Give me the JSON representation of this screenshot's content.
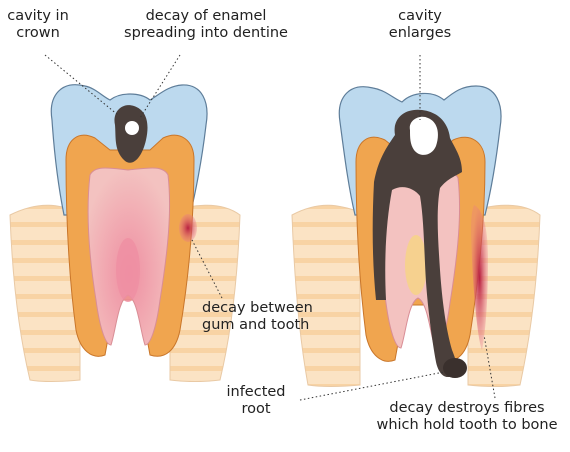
{
  "colors": {
    "enamel": "#bcd9ee",
    "enamel_outline": "#5e7d99",
    "dentine": "#f0a54f",
    "dentine_light": "#f6c77a",
    "pulp": "#f1b3b0",
    "pulp_core": "#ef8fa2",
    "gum": "#fbe3c4",
    "gum_stripe": "#f5c78a",
    "decay": "#4a3f3b",
    "infection": "#c8344f",
    "leader_line": "#333333"
  },
  "labels": {
    "cavity_in_crown": [
      "cavity in",
      "crown"
    ],
    "decay_of_enamel": [
      "decay of enamel",
      "spreading into dentine"
    ],
    "cavity_enlarges": [
      "cavity",
      "enlarges"
    ],
    "decay_between_gum": [
      "decay between",
      "gum and tooth"
    ],
    "infected_root": [
      "infected",
      "root"
    ],
    "decay_destroys_fibres": [
      "decay destroys fibres",
      "which hold tooth to bone"
    ]
  }
}
